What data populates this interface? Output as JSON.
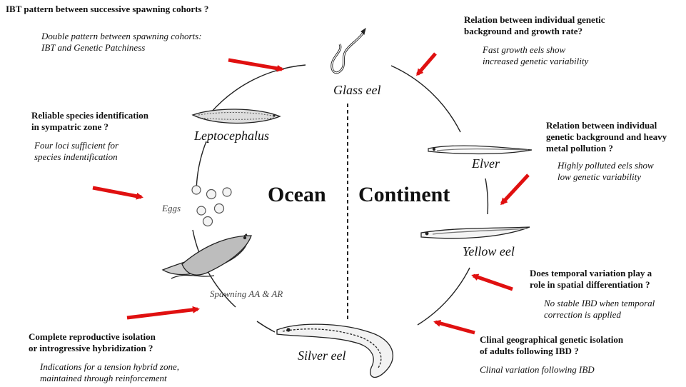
{
  "diagram": {
    "realms": {
      "ocean": "Ocean",
      "continent": "Continent"
    },
    "stages": {
      "glass_eel": "Glass eel",
      "leptocephalus": "Leptocephalus",
      "eggs": "Eggs",
      "spawning": "Spawning AA & AR",
      "silver_eel": "Silver eel",
      "elver": "Elver",
      "yellow_eel": "Yellow eel"
    },
    "annotations": [
      {
        "question": "IBT pattern between successive spawning cohorts ?",
        "answer": "Double pattern between spawning cohorts: IBT and Genetic Patchiness"
      },
      {
        "question": "Reliable species identification in sympatric zone ?",
        "answer": "Four loci sufficient for species indentification"
      },
      {
        "question": "Complete reproductive isolation or introgressive hybridization ?",
        "answer": "Indications for a tension hybrid zone, maintained through reinforcement"
      },
      {
        "question": "Relation between individual genetic background and growth rate?",
        "answer": "Fast growth eels show increased genetic variability"
      },
      {
        "question": "Relation between individual genetic background and heavy metal pollution ?",
        "answer": "Highly polluted eels show low genetic variability"
      },
      {
        "question": "Does temporal variation play a role in spatial differentiation ?",
        "answer": "No stable IBD when temporal correction is applied"
      },
      {
        "question": "Clinal geographical genetic isolation of adults following IBD ?",
        "answer": "Clinal variation following IBD"
      }
    ],
    "lines": {
      "a0": "IBT pattern between successive spawning cohorts ?",
      "a1_1": "Double pattern between spawning cohorts:",
      "a1_2": "IBT and Genetic Patchiness",
      "b1": "Reliable species identification",
      "b2": "in sympatric zone ?",
      "b3": "Four loci sufficient for",
      "b4": "species indentification",
      "c1": "Complete reproductive isolation",
      "c2": "or introgressive hybridization ?",
      "c3": "Indications for a tension hybrid zone,",
      "c4": "maintained through reinforcement",
      "d1": "Relation between individual genetic",
      "d2": "background and growth rate?",
      "d3": "Fast growth eels show",
      "d4": "increased genetic variability",
      "e1": "Relation between individual",
      "e2": "genetic background and heavy",
      "e3": "metal pollution ?",
      "e4": "Highly polluted eels show",
      "e5": "low genetic variability",
      "f1": "Does temporal variation play a",
      "f2": "role in spatial differentiation ?",
      "f3": "No stable IBD when temporal",
      "f4": "correction is applied",
      "g1": "Clinal geographical genetic isolation",
      "g2": "of adults following IBD ?",
      "g3": "Clinal variation following IBD"
    },
    "arrow_color": "#e01010"
  }
}
